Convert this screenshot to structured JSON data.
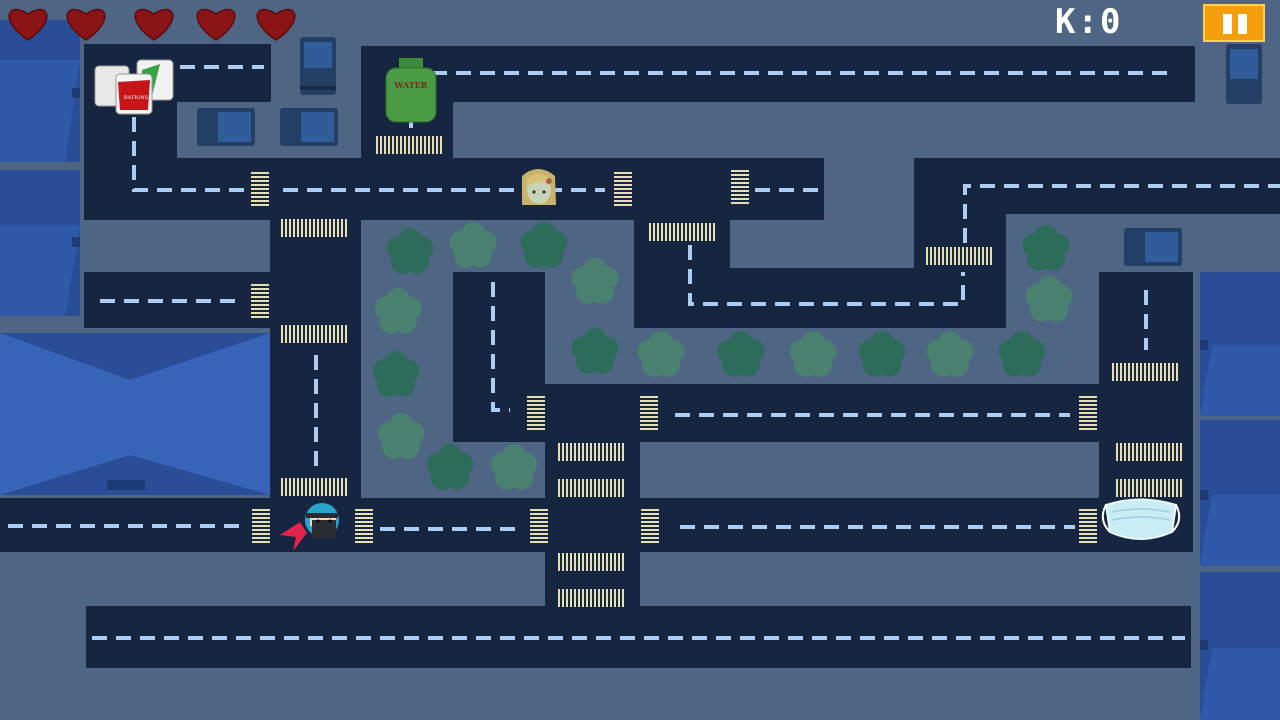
{
  "hud": {
    "lives": 5,
    "score_text": "K:0",
    "pause_glyph": "pause-icon"
  },
  "items": {
    "water_label": "WATER",
    "rations_label": "RATIONS"
  },
  "colors": {
    "background": "#4e6584",
    "road": "#172640",
    "lane_dash": "#aecbf2",
    "crosswalk": "#e7dfb4",
    "heart": "#8b1416",
    "pause_button": "#f59e0b"
  }
}
